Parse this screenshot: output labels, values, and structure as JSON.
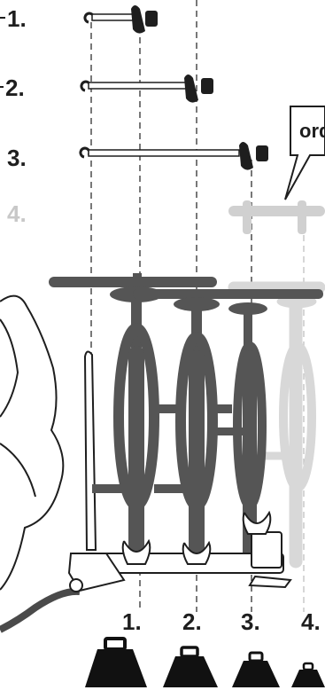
{
  "strap_labels": [
    "1.",
    "2.",
    "3.",
    "4."
  ],
  "position_labels": [
    "1.",
    "2.",
    "3.",
    "4."
  ],
  "callout_text": "ord",
  "colors": {
    "dark": "#1e1e1e",
    "bike": "#555555",
    "faded": "#d0d0d0",
    "strap": "#bbbbbb",
    "weight": "#111111"
  },
  "icons": {
    "weight": "weight-icon",
    "strap": "strap-icon",
    "callout": "speech-bubble"
  }
}
